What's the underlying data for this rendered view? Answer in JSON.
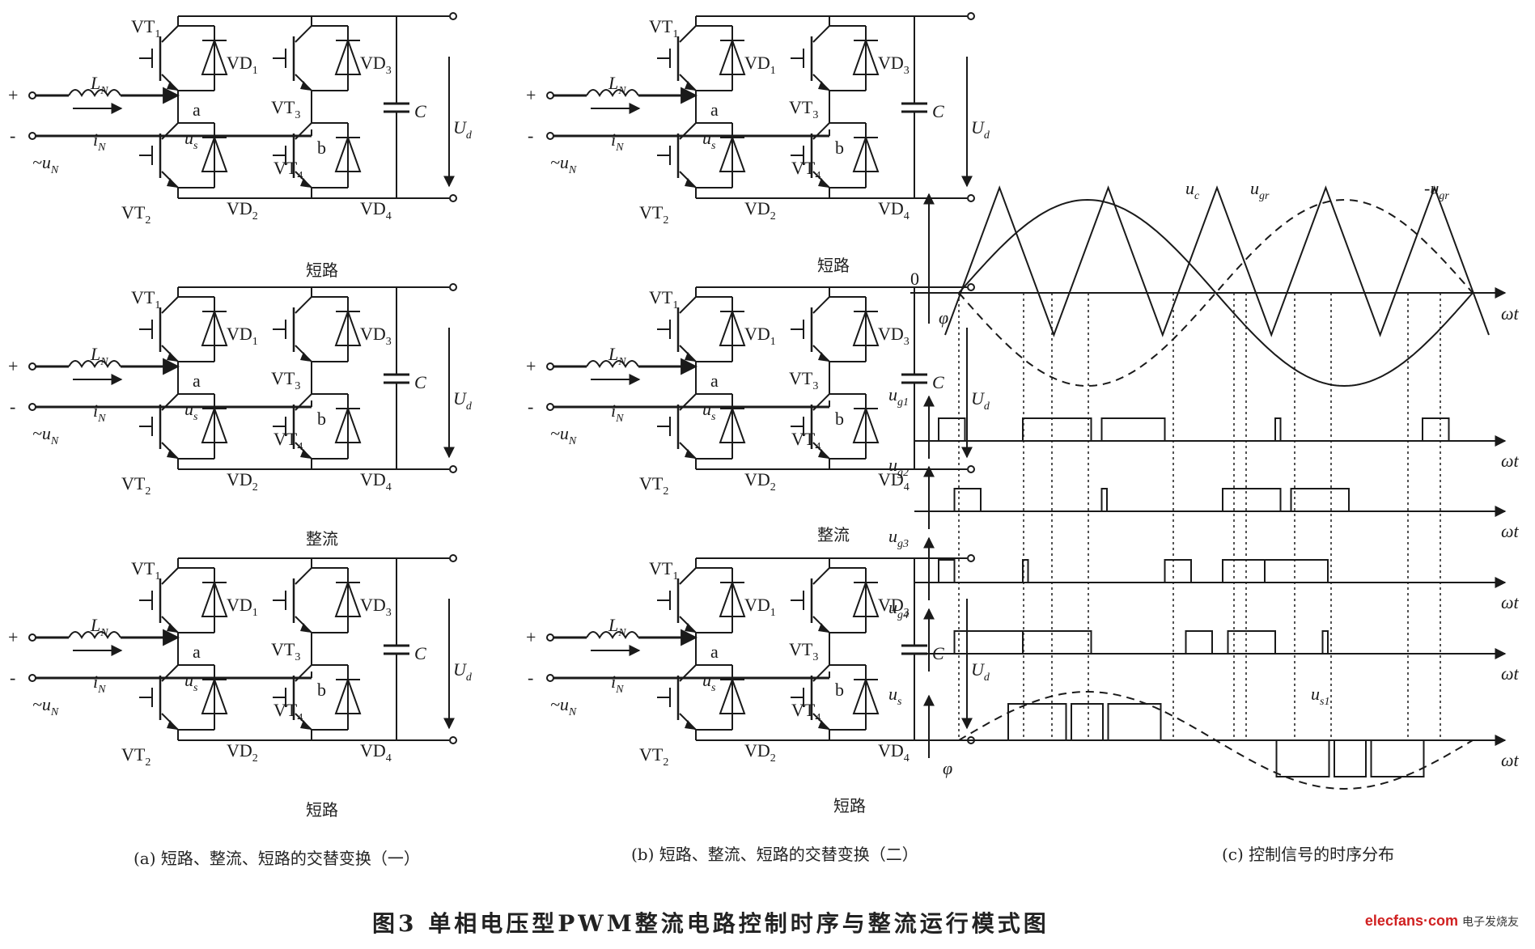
{
  "figure": {
    "title": "图3  单相电压型PWM整流电路控制时序与整流运行模式图",
    "watermark": "elecfans·com",
    "watermark_suffix": "电子发烧友"
  },
  "panels": [
    {
      "id": "a",
      "caption": "(a) 短路、整流、短路的交替变换（一）",
      "modes": [
        "短路",
        "整流",
        "短路"
      ]
    },
    {
      "id": "b",
      "caption": "(b) 短路、整流、短路的交替变换（二）",
      "modes": [
        "短路",
        "整流",
        "短路"
      ]
    },
    {
      "id": "c",
      "caption": "(c) 控制信号的时序分布"
    }
  ],
  "circuit_labels": {
    "vt1": "VT",
    "vt1_sub": "1",
    "vt2": "VT",
    "vt2_sub": "2",
    "vt3": "VT",
    "vt3_sub": "3",
    "vt4": "VT",
    "vt4_sub": "4",
    "vd1": "VD",
    "vd1_sub": "1",
    "vd2": "VD",
    "vd2_sub": "2",
    "vd3": "VD",
    "vd3_sub": "3",
    "vd4": "VD",
    "vd4_sub": "4",
    "inductor": "L",
    "inductor_sub": "N",
    "source": "~u",
    "source_sub": "N",
    "current": "i",
    "current_sub": "N",
    "us": "u",
    "us_sub": "s",
    "node_a": "a",
    "node_b": "b",
    "cap": "C",
    "ud": "U",
    "ud_sub": "d",
    "plus": "+",
    "minus": "-"
  },
  "timing": {
    "zero": "0",
    "axis": "ωt",
    "phi": "φ",
    "uc": "u",
    "uc_sub": "c",
    "ugr": "u",
    "ugr_sub": "gr",
    "neg_ugr": "-u",
    "neg_ugr_sub": "gr",
    "us1": "u",
    "us1_sub": "s1",
    "rows": [
      {
        "name": "u",
        "sub": "g1"
      },
      {
        "name": "u",
        "sub": "g2"
      },
      {
        "name": "u",
        "sub": "g3"
      },
      {
        "name": "u",
        "sub": "g4"
      },
      {
        "name": "u",
        "sub": "s"
      }
    ]
  }
}
